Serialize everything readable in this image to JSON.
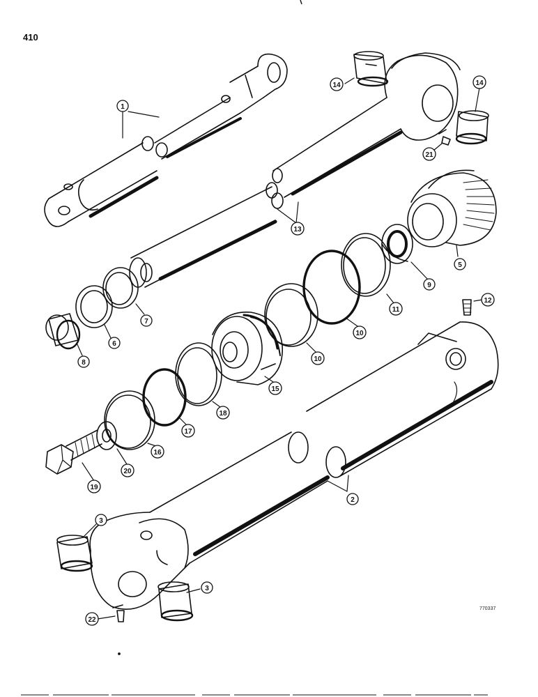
{
  "page_number": "410",
  "drawing_code": "770337",
  "callouts": [
    {
      "id": "c1",
      "label": "1"
    },
    {
      "id": "c2",
      "label": "2"
    },
    {
      "id": "c3a",
      "label": "3"
    },
    {
      "id": "c3b",
      "label": "3"
    },
    {
      "id": "c5",
      "label": "5"
    },
    {
      "id": "c6",
      "label": "6"
    },
    {
      "id": "c7",
      "label": "7"
    },
    {
      "id": "c8",
      "label": "8"
    },
    {
      "id": "c9",
      "label": "9"
    },
    {
      "id": "c10a",
      "label": "10"
    },
    {
      "id": "c10b",
      "label": "10"
    },
    {
      "id": "c11",
      "label": "11"
    },
    {
      "id": "c12",
      "label": "12"
    },
    {
      "id": "c13",
      "label": "13"
    },
    {
      "id": "c14a",
      "label": "14"
    },
    {
      "id": "c14b",
      "label": "14"
    },
    {
      "id": "c15",
      "label": "15"
    },
    {
      "id": "c16",
      "label": "16"
    },
    {
      "id": "c17",
      "label": "17"
    },
    {
      "id": "c18",
      "label": "18"
    },
    {
      "id": "c19",
      "label": "19"
    },
    {
      "id": "c20",
      "label": "20"
    },
    {
      "id": "c21",
      "label": "21"
    },
    {
      "id": "c22",
      "label": "22"
    }
  ]
}
